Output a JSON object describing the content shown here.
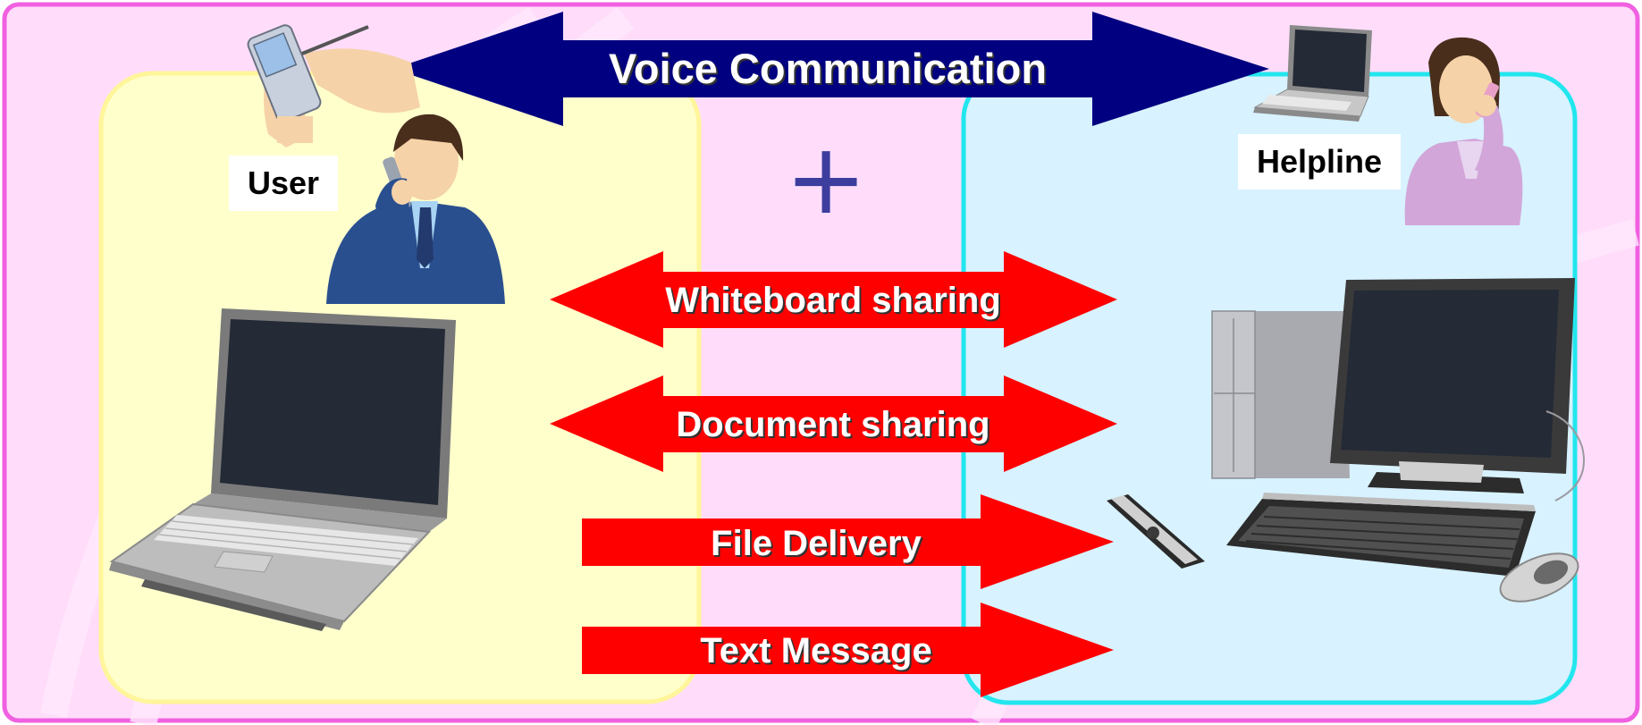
{
  "diagram": {
    "voice_label": "Voice Communication",
    "user_label": "User",
    "helpline_label": "Helpline",
    "plus_symbol": "+",
    "arrows": [
      {
        "label": "Whiteboard sharing",
        "direction": "both"
      },
      {
        "label": "Document sharing",
        "direction": "both"
      },
      {
        "label": "File Delivery",
        "direction": "right"
      },
      {
        "label": "Text Message",
        "direction": "right"
      }
    ]
  },
  "colors": {
    "background": "#ffddfa",
    "border": "#f060e0",
    "user_panel": "#ffffcc",
    "user_panel_border": "#fff59a",
    "helpline_panel": "#d8f2ff",
    "helpline_panel_border": "#22e6ee",
    "voice_arrow": "#000080",
    "data_arrows": "#ff0000",
    "plus": "#3d3d9e"
  },
  "icons": [
    "pda-icon",
    "businessman-on-phone-icon",
    "laptop-icon",
    "small-laptop-icon",
    "operator-woman-on-phone-icon",
    "desktop-computer-icon",
    "keyboard-icon",
    "mouse-icon",
    "remote-control-icon"
  ]
}
